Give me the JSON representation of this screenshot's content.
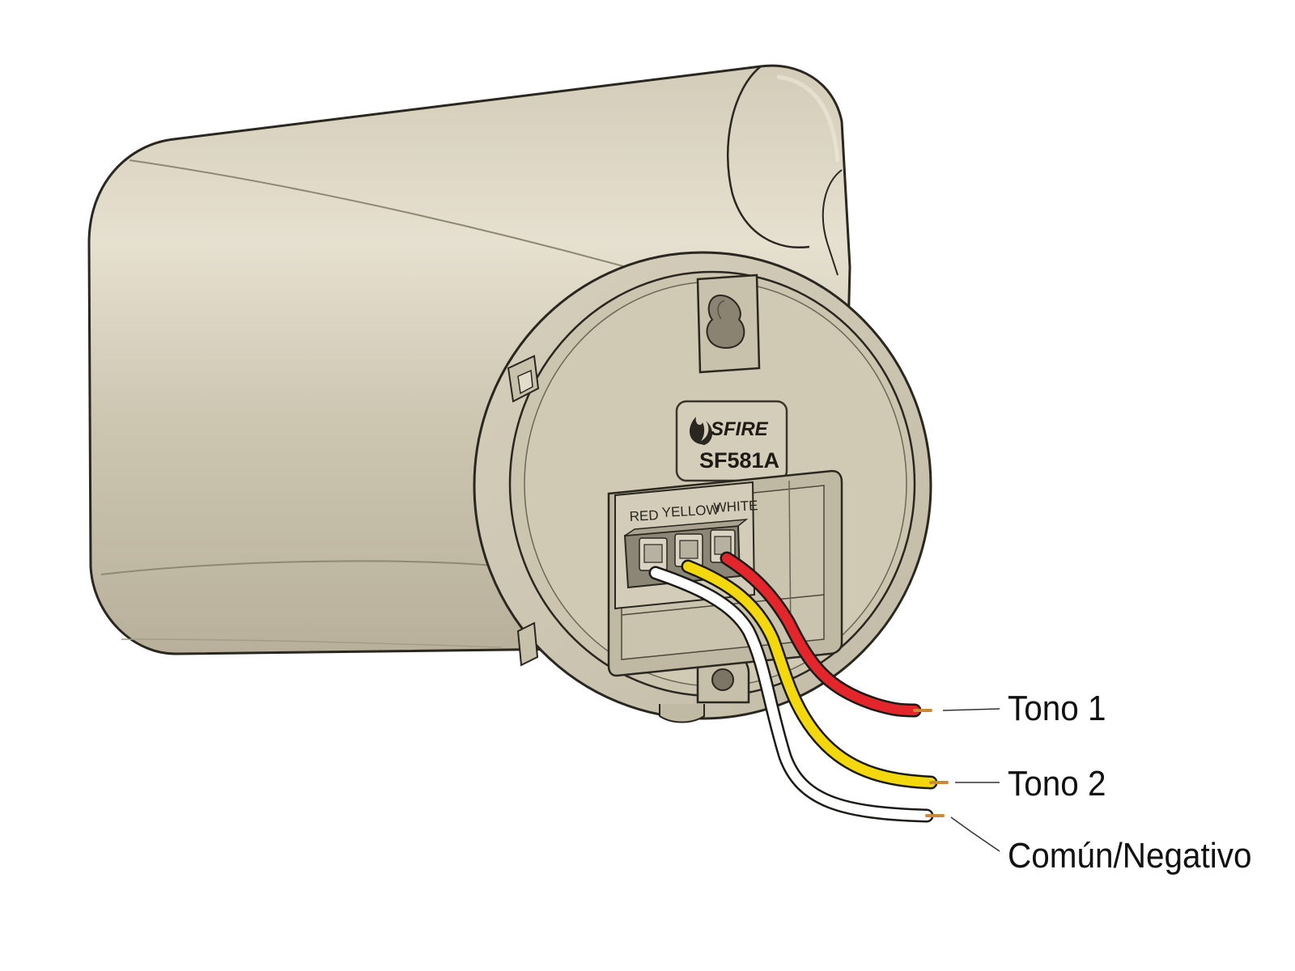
{
  "device": {
    "brand": "SFIRE",
    "model": "SF581A",
    "terminal_labels": [
      "RED",
      "YELLOW",
      "WHITE"
    ]
  },
  "callouts": {
    "tono1": "Tono 1",
    "tono2": "Tono 2",
    "comun": "Común/Negativo"
  },
  "colors": {
    "housing": "#cfc8b4",
    "wire_red": "#e3262b",
    "wire_yellow": "#f2d80c",
    "wire_white": "#ffffff",
    "copper": "#c98a3a"
  }
}
